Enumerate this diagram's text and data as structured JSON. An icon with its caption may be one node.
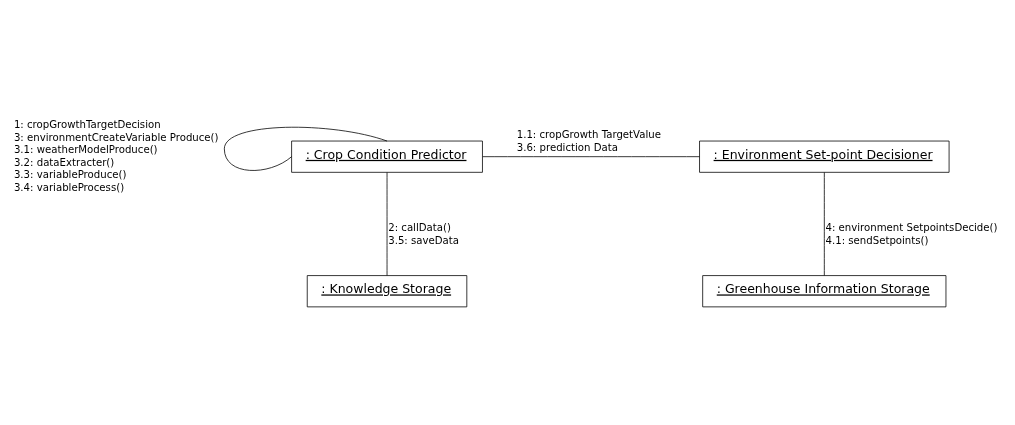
{
  "diagram": {
    "nodes": [
      {
        "text": [
          ": Crop Condition Predictor"
        ]
      },
      {
        "text": [
          ": Environment Set-point Decisioner"
        ]
      },
      {
        "text": [
          ": Knowledge Storage"
        ]
      },
      {
        "text": [
          ": Greenhouse Information Storage"
        ]
      }
    ],
    "edges": [
      {
        "from": 0,
        "to": 0,
        "arrow": "none"
      },
      {
        "from": 0,
        "to": 1,
        "arrow": "none"
      },
      {
        "from": 0,
        "to": 2,
        "arrow": "none"
      },
      {
        "from": 1,
        "to": 3,
        "arrow": "none"
      }
    ],
    "labels": [
      "1: cropGrowthTargetDecision",
      "3: environmentCreateVariable Produce()",
      "3.1: weatherModelProduce()",
      "3.2: dataExtracter()",
      "3.3: variableProduce()",
      "3.4: variableProcess()",
      "1.1: cropGrowth TargetValue",
      "3.6: prediction Data",
      "2: callData()",
      "3.5: saveData",
      "4: environment SetpointsDecide()",
      "4.1: sendSetpoints()"
    ]
  }
}
